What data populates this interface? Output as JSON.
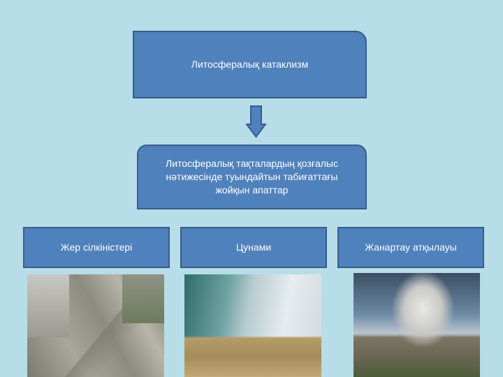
{
  "title_box": "Литосфералық катаклизм",
  "description_box": "Литосфералық тақталардың қозғалыс нәтижесінде туындайтын табиғаттағы жойқын апаттар",
  "categories": [
    {
      "label": "Жер сілкіністері"
    },
    {
      "label": "Цунами"
    },
    {
      "label": "Жанартау атқылауы"
    }
  ],
  "colors": {
    "background": "#b7dde8",
    "box_fill": "#4f81bd",
    "box_border": "#385d8a"
  }
}
